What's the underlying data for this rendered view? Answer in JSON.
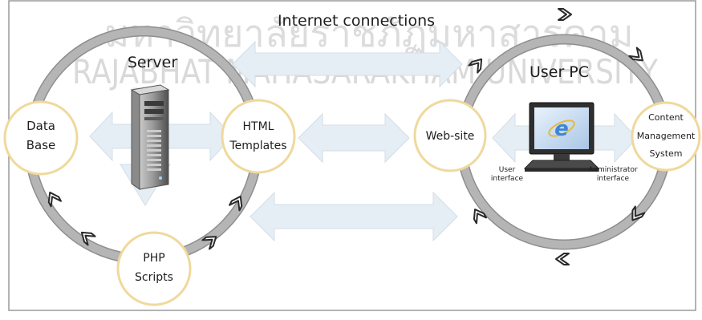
{
  "diagram": {
    "title": "Internet connections",
    "watermark": {
      "line1": "มหาวิทยาลัยราชภัฏมหาสารคาม",
      "line2": "RAJABHAT MAHASARAKHAM UNIVERSITY"
    },
    "server_group": {
      "label": "Server",
      "nodes": {
        "database": {
          "line1": "Data",
          "line2": "Base"
        },
        "html_templates": {
          "line1": "HTML",
          "line2": "Templates"
        },
        "php_scripts": {
          "line1": "PHP",
          "line2": "Scripts"
        }
      }
    },
    "client_group": {
      "label": "User PC",
      "nodes": {
        "website": {
          "line1": "Web-site"
        },
        "cms": {
          "line1": "Content",
          "line2": "Management",
          "line3": "System"
        }
      },
      "interfaces": {
        "user": {
          "line1": "User",
          "line2": "interface"
        },
        "admin": {
          "line1": "Administrator",
          "line2": "interface"
        }
      }
    },
    "icons": [
      "server-tower-icon",
      "desktop-pc-icon",
      "internet-explorer-icon"
    ],
    "colors": {
      "ring": "#b5b5b5",
      "ring_outline": "#8e8e8e",
      "node_fill": "#ffffff",
      "node_border": "#efd99c",
      "arrow_fill": "#e6eef5",
      "frame": "#9a9a9a",
      "text": "#1e1e1e",
      "ie_blue": "#3d86d6"
    }
  }
}
